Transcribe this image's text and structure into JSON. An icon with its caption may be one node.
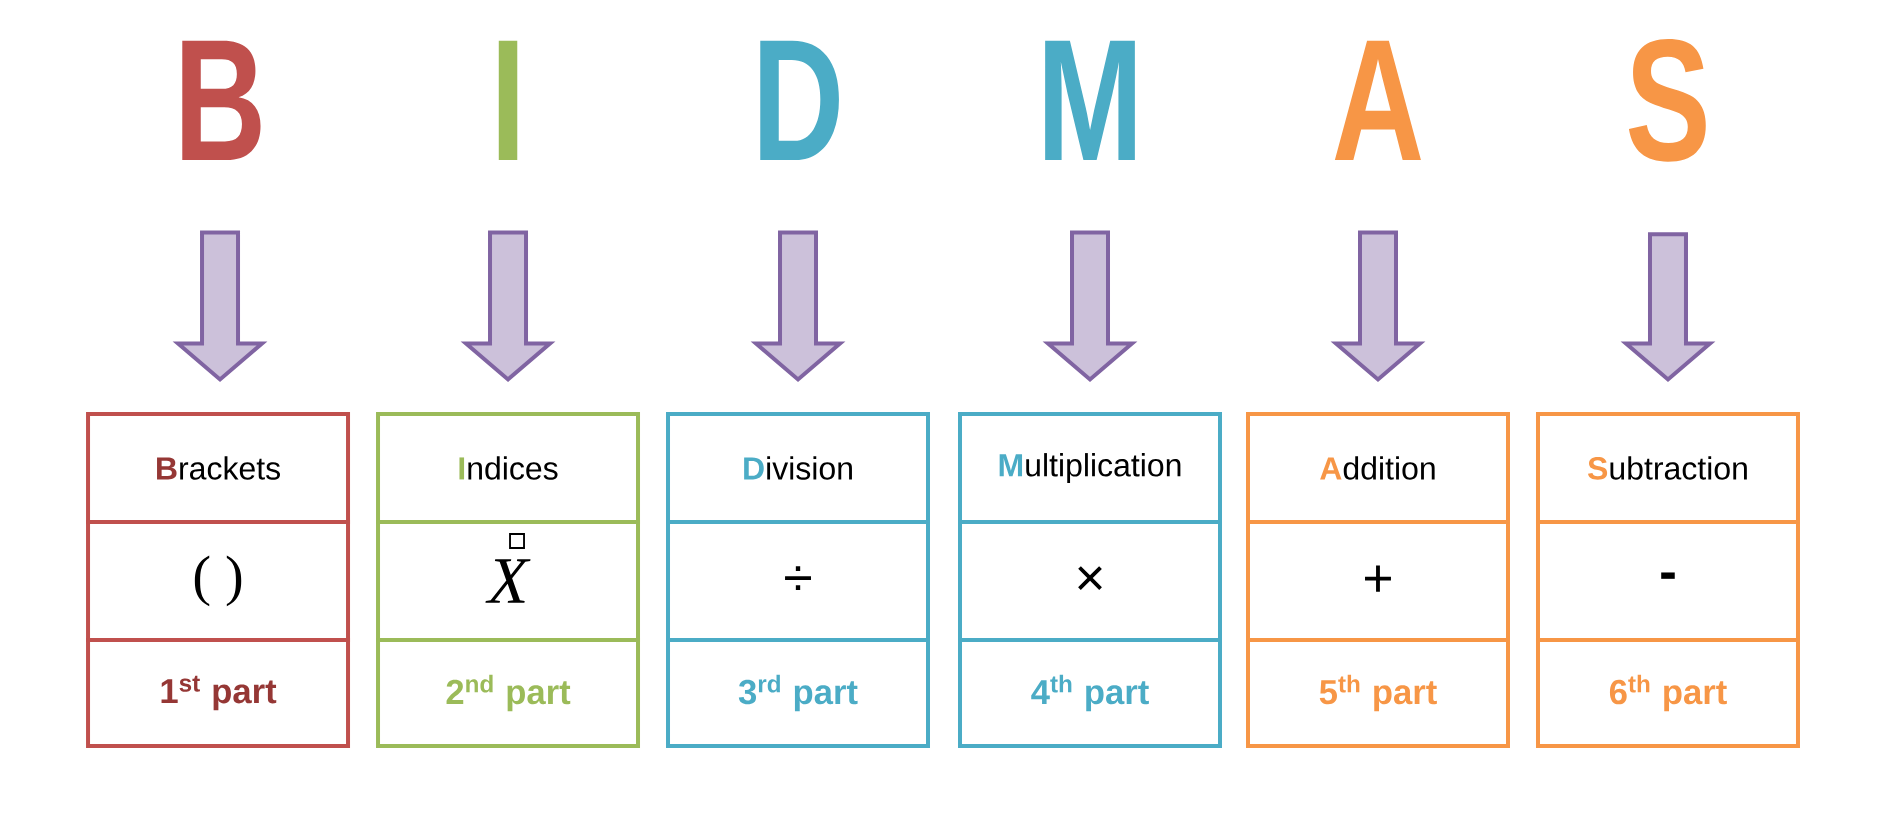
{
  "diagram": {
    "nodes": [
      {
        "text": [
          "B"
        ]
      },
      {
        "text": [
          "I"
        ]
      },
      {
        "text": [
          "D"
        ]
      },
      {
        "text": [
          "M"
        ]
      },
      {
        "text": [
          "A"
        ]
      },
      {
        "text": [
          "S"
        ]
      },
      {
        "text": [
          "**B**rackets",
          "( )",
          "1$^{st}$ part"
        ]
      },
      {
        "text": [
          "**I**ndices",
          "X",
          "2$^{nd}$ part"
        ]
      },
      {
        "text": [
          "**D**ivision",
          "÷",
          "3$^{rd}$ part"
        ]
      },
      {
        "text": [
          "**M**ultiplication",
          "×",
          "4$^{th}$ part"
        ]
      },
      {
        "text": [
          "**A**ddition",
          "+",
          "5$^{th}$ part"
        ]
      },
      {
        "text": [
          "**S**ubtraction",
          "-",
          "6$^{th}$ part"
        ]
      }
    ],
    "edges": [
      {
        "from": 0,
        "to": 6,
        "arrow": "to"
      },
      {
        "from": 1,
        "to": 7,
        "arrow": "to"
      },
      {
        "from": 2,
        "to": 8,
        "arrow": "to"
      },
      {
        "from": 3,
        "to": 9,
        "arrow": "to"
      },
      {
        "from": 4,
        "to": 10,
        "arrow": "to"
      },
      {
        "from": 5,
        "to": 11,
        "arrow": "to"
      }
    ]
  }
}
